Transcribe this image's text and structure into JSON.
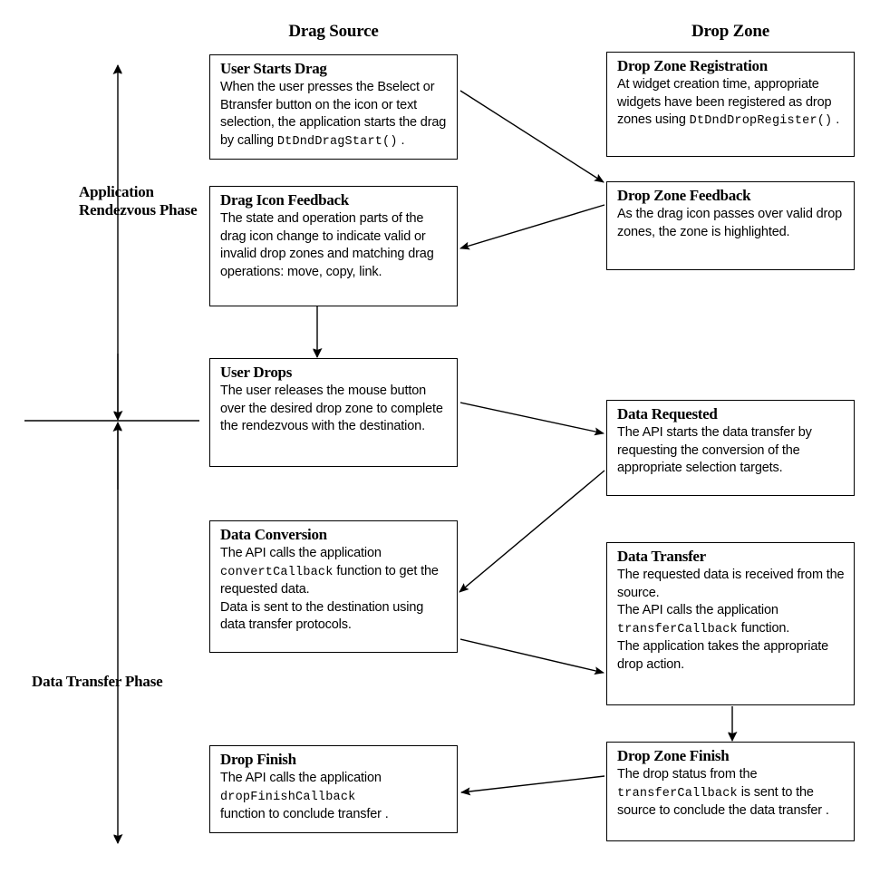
{
  "columns": {
    "left_header": "Drag Source",
    "right_header": "Drop Zone"
  },
  "phases": {
    "rendezvous": "Application Rendezvous Phase",
    "transfer": "Data Transfer Phase"
  },
  "nodes": {
    "user_starts_drag": {
      "title": "User Starts Drag",
      "body_1": "When the user presses the Bselect or Btransfer button on the icon or text selection, the application starts the drag by calling ",
      "code_1": "DtDndDragStart()",
      "body_2": " ."
    },
    "drag_icon_feedback": {
      "title": "Drag Icon Feedback",
      "body_1": "The state and operation parts of the drag icon change to indicate valid or invalid drop zones and matching drag operations: move, copy, link."
    },
    "user_drops": {
      "title": "User Drops",
      "body_1": "The user releases the mouse button over the desired drop zone to complete the rendezvous with the destination."
    },
    "data_conversion": {
      "title": "Data Conversion",
      "body_1": "The API calls the application ",
      "code_1": "convertCallback",
      "body_2": " function to get the requested data.",
      "body_3": "Data is sent to the destination using data transfer protocols."
    },
    "drop_finish": {
      "title": "Drop Finish",
      "body_1": "The API calls the application ",
      "code_1": "dropFinishCallback",
      "body_2": "function to conclude transfer  ."
    },
    "drop_zone_registration": {
      "title": "Drop Zone Registration",
      "body_1": "At widget creation time, appropriate widgets have been registered as drop zones using ",
      "code_1": "DtDndDropRegister()",
      "body_2": " ."
    },
    "drop_zone_feedback": {
      "title": "Drop Zone Feedback",
      "body_1": "As the drag icon passes over valid drop zones, the zone is highlighted."
    },
    "data_requested": {
      "title": "Data Requested",
      "body_1": "The API starts the data transfer by requesting the conversion of the appropriate selection targets."
    },
    "data_transfer": {
      "title": "Data Transfer",
      "body_1": "The requested data is received from the source.",
      "body_2": "The API calls the application ",
      "code_1": "transferCallback",
      "body_3": " function.",
      "body_4": "The application takes the appropriate drop action."
    },
    "drop_zone_finish": {
      "title": "Drop Zone Finish",
      "body_1": "The drop status from the ",
      "code_1": "transferCallback",
      "body_2": " is sent to the source to conclude the data transfer ."
    }
  },
  "colors": {
    "stroke": "#000000",
    "background": "#ffffff"
  },
  "flow": {
    "edges": [
      "user-starts-drag-to-drop-zone-feedback",
      "drop-zone-feedback-to-drag-icon-feedback",
      "drag-icon-feedback-to-user-drops",
      "user-drops-to-data-requested",
      "data-requested-to-data-conversion",
      "data-conversion-to-data-transfer",
      "data-transfer-to-drop-zone-finish",
      "drop-zone-finish-to-drop-finish"
    ],
    "timeline_axis": "vertical-double-arrow",
    "phase_divider": "horizontal-line"
  }
}
